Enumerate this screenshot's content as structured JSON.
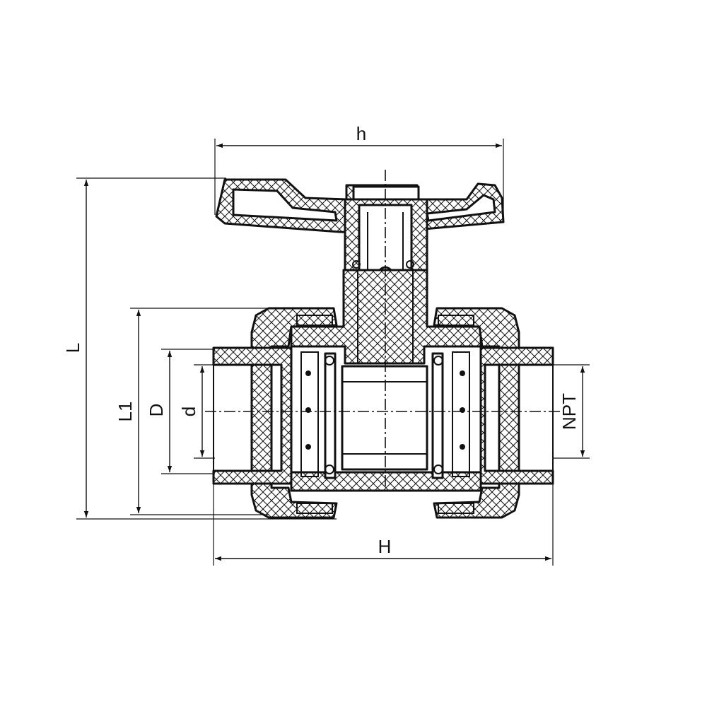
{
  "diagram": {
    "colors": {
      "line": "#111111",
      "background": "#ffffff"
    },
    "dimensions": {
      "h": "h",
      "L": "L",
      "L1": "L1",
      "D": "D",
      "d": "d",
      "NPT": "NPT",
      "H": "H"
    }
  }
}
